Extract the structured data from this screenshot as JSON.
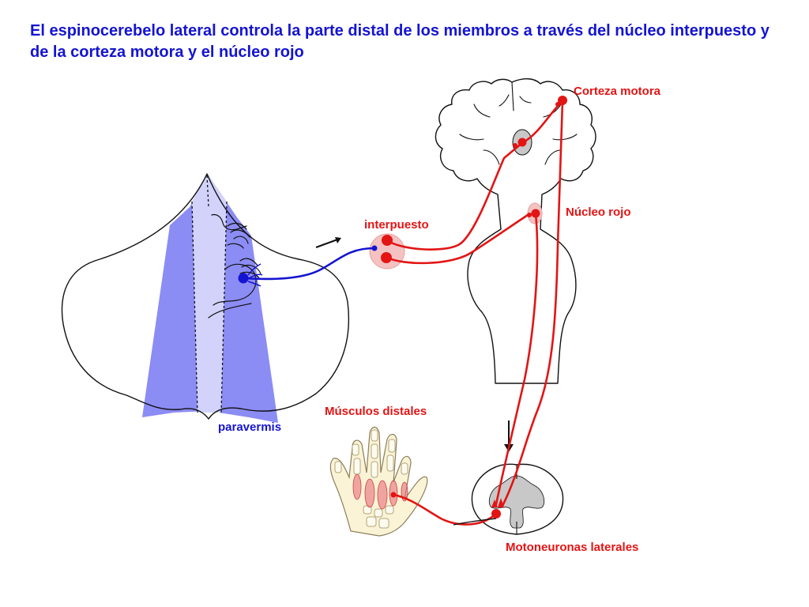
{
  "title": "El espinocerebelo lateral controla la parte distal de los miembros a través del núcleo interpuesto y de la corteza motora y el núcleo rojo",
  "labels": {
    "corteza_motora": "Corteza motora",
    "nucleo_rojo": "Núcleo rojo",
    "interpuesto": "interpuesto",
    "musculos_distales": "Músculos distales",
    "paravermis": "paravermis",
    "motoneuronas": "Motoneuronas laterales"
  },
  "colors": {
    "title": "#1414d2",
    "pathway_red": "#e31414",
    "pathway_blue": "#1414d2",
    "paravermis_fill": "#8c8cf5",
    "vermis_fill": "#d2d2fa",
    "nucleus_fill": "#f5c2c2",
    "gray_matter": "#c8c8c8"
  }
}
